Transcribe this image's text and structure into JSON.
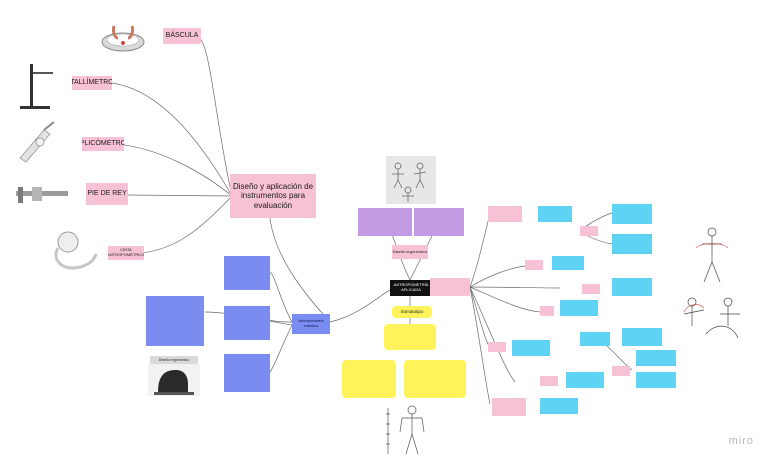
{
  "main": {
    "central_label": "Diseño y aplicación de instrumentos para evaluación"
  },
  "instruments": [
    {
      "label": "BÁSCULA",
      "icon": "scale-icon"
    },
    {
      "label": "TALLÍMETRO",
      "icon": "stadiometer-icon"
    },
    {
      "label": "PLICÓMETRO",
      "icon": "caliper-icon"
    },
    {
      "label": "PIE DE REY",
      "icon": "vernier-icon"
    },
    {
      "label": "CINTA ANTROPOMÉTRICA",
      "icon": "tape-icon"
    }
  ],
  "center_nodes": {
    "anthropometry": "ANTROPOMETRÍA APLICADA",
    "ergonomic_design": "Diseño ergonómico",
    "somatotypes": "Somatotipo"
  },
  "left_branch": {
    "hub": "Antropometría estática",
    "notes": [
      "",
      "",
      "",
      ""
    ]
  },
  "bottom_figure_label": "Diseño ergonómico",
  "watermark": "miro"
}
